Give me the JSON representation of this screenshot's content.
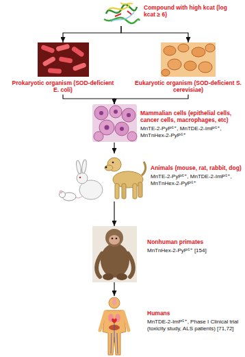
{
  "diagram": {
    "nodes": [
      {
        "text": [
          "Compound with high kcat (log kcat ≥ 6)"
        ]
      },
      {
        "text": [
          "Prokaryotic organism (SOD-deficient E. coli)"
        ]
      },
      {
        "text": [
          "Eukaryotic organism (SOD-deficient S. cerevisiae)"
        ]
      },
      {
        "text": [
          "Mammalian cells (epithelial cells, cancer cells, macrophages, etc)",
          "MnTE-2-PyP⁵⁺, MnTDE-2-ImP⁵⁺, MnTnHex-2-PyP⁵⁺"
        ]
      },
      {
        "text": [
          "Animals (mouse, rat, rabbit, dog)",
          "MnTE-2-PyP⁵⁺, MnTDE-2-ImP⁵⁺, MnTnHex-2-PyP⁵⁺"
        ]
      },
      {
        "text": [
          "Nonhuman primates",
          "MnTnHex-2-PyP⁵⁺ [154]"
        ]
      },
      {
        "text": [
          "Humans",
          "MnTDE-2-ImP⁵⁺, Phase I Clinical trial (toxicity study, ALS patients) [71,72]"
        ]
      }
    ],
    "edges": [
      {
        "from": 0,
        "to": 1,
        "arrow": "to"
      },
      {
        "from": 0,
        "to": 2,
        "arrow": "to"
      },
      {
        "from": 1,
        "to": 3,
        "arrow": "to"
      },
      {
        "from": 2,
        "to": 3,
        "arrow": "to"
      },
      {
        "from": 3,
        "to": 4,
        "arrow": "to"
      },
      {
        "from": 4,
        "to": 5,
        "arrow": "to"
      },
      {
        "from": 5,
        "to": 6,
        "arrow": "to"
      }
    ]
  }
}
